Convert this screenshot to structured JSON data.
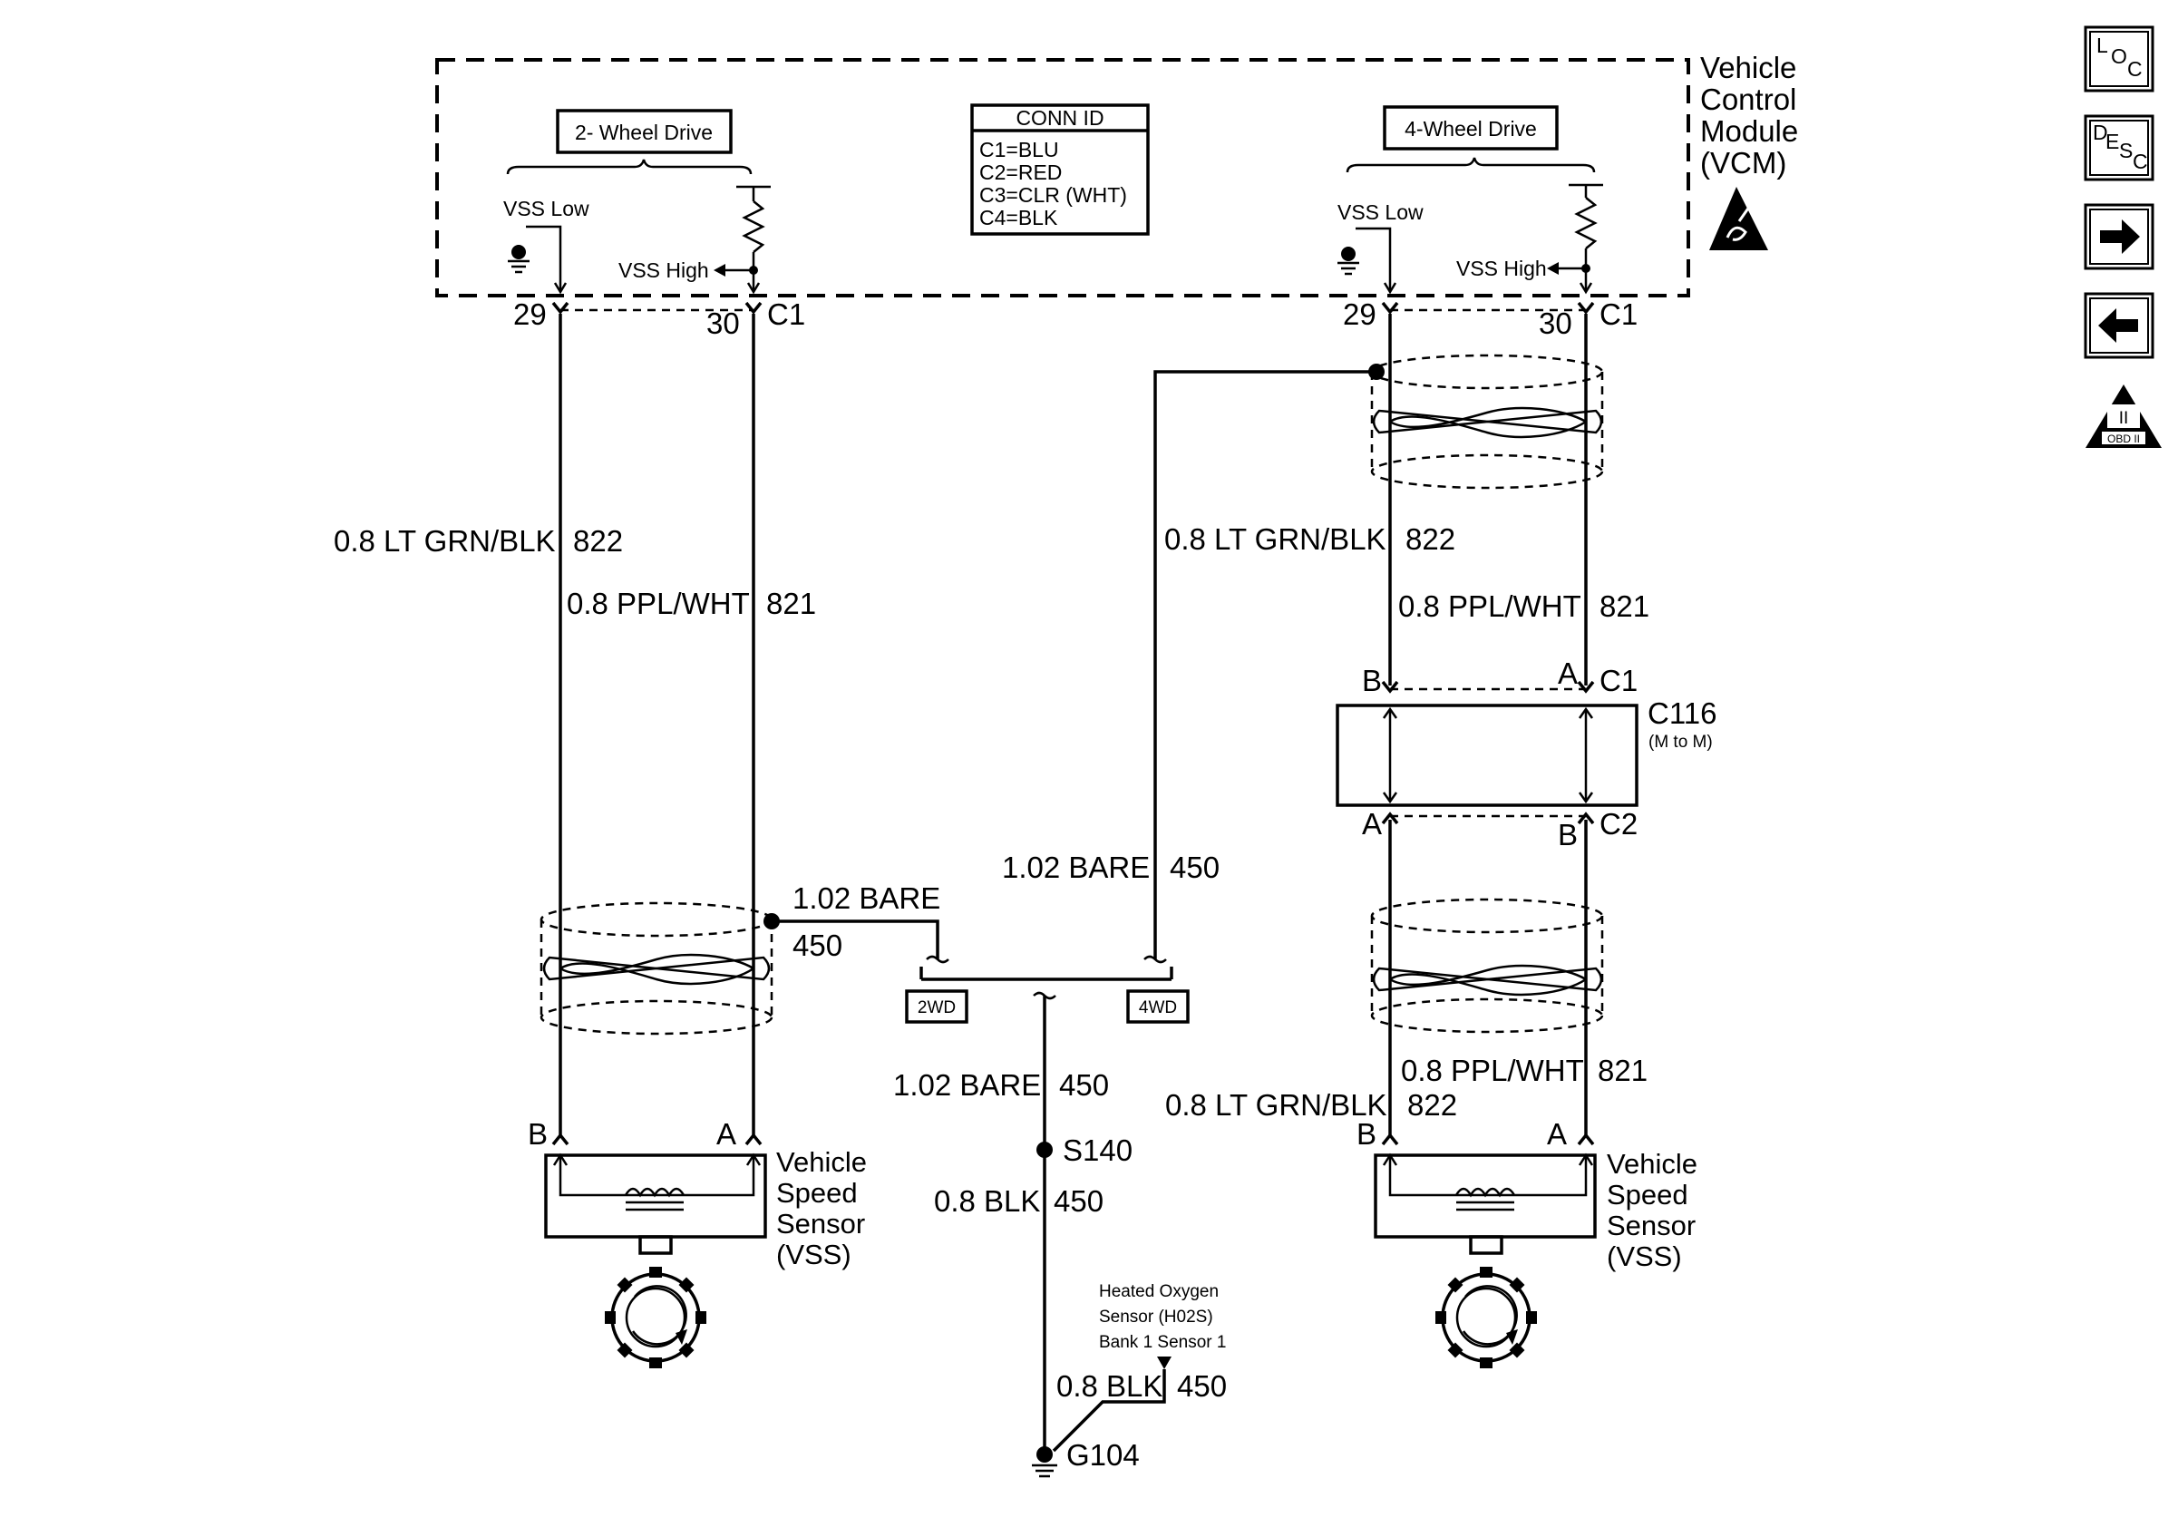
{
  "module": {
    "title_lines": [
      "Vehicle",
      "Control",
      "Module",
      "(VCM)"
    ],
    "two_wd_box": "2- Wheel Drive",
    "four_wd_box": "4-Wheel Drive",
    "vss_low": "VSS Low",
    "vss_high": "VSS High",
    "conn_id": {
      "title": "CONN ID",
      "lines": [
        "C1=BLU",
        "C2=RED",
        "C3=CLR (WHT)",
        "C4=BLK"
      ]
    },
    "pin_29": "29",
    "pin_30": "30",
    "conn_c1": "C1"
  },
  "wires": {
    "lt_grn_blk": "0.8 LT GRN/BLK",
    "lt_grn_blk_circuit": "822",
    "ppl_wht": "0.8 PPL/WHT",
    "ppl_wht_circuit": "821",
    "bare": "1.02 BARE",
    "bare_circuit": "450",
    "blk": "0.8 BLK",
    "blk_circuit": "450"
  },
  "connector_c116": {
    "name": "C116",
    "note": "(M to M)",
    "top_conn": "C1",
    "bottom_conn": "C2",
    "pin_a": "A",
    "pin_b": "B"
  },
  "option_tags": {
    "two_wd": "2WD",
    "four_wd": "4WD"
  },
  "splice": "S140",
  "ground": "G104",
  "oxygen_sensor_lines": [
    "Heated Oxygen",
    "Sensor (H02S)",
    "Bank 1 Sensor 1"
  ],
  "sensor": {
    "title_lines": [
      "Vehicle",
      "Speed",
      "Sensor",
      "(VSS)"
    ],
    "pin_a": "A",
    "pin_b": "B"
  },
  "nav": {
    "loc": {
      "l": "L",
      "o": "O",
      "c": "C"
    },
    "desc": {
      "d": "D",
      "e": "E",
      "s": "S",
      "c": "C"
    },
    "obd": {
      "roman": "II",
      "label": "OBD II"
    }
  }
}
